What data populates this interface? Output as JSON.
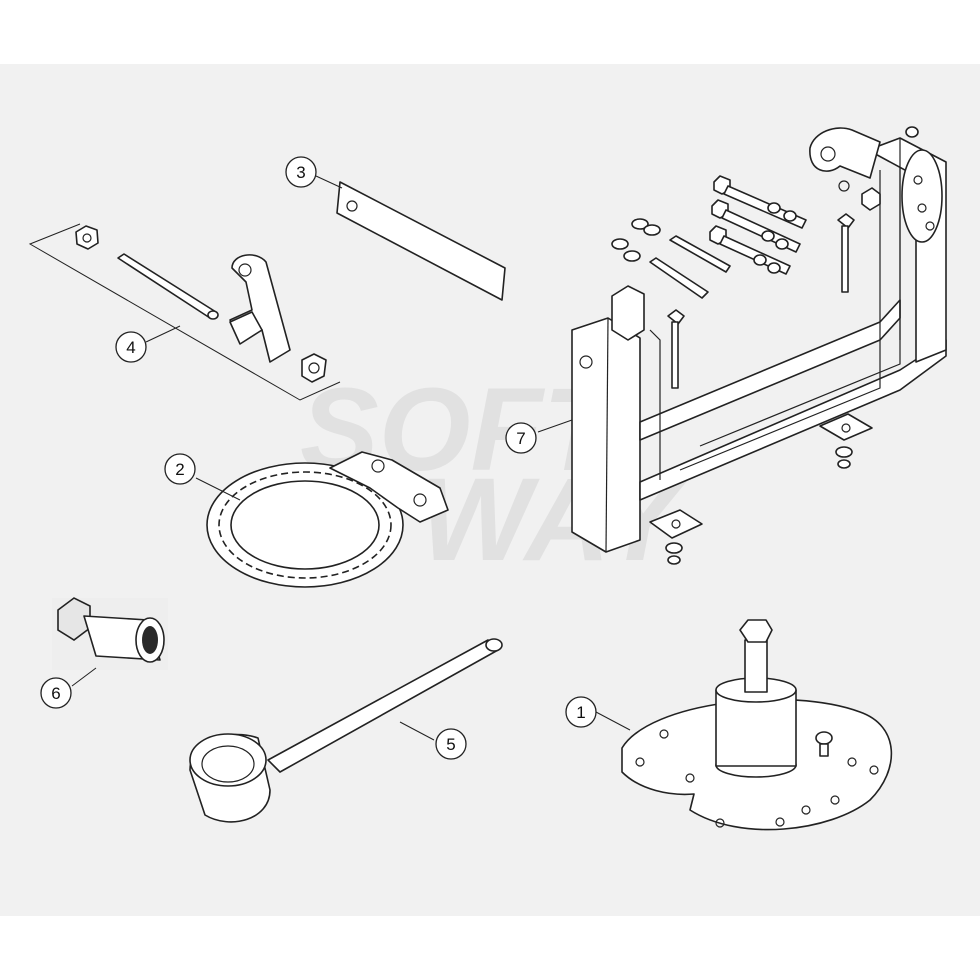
{
  "diagram": {
    "background": "#f1f1f1",
    "line_color": "#222222",
    "watermark": {
      "line1": "SOFT",
      "line2": "WAY"
    },
    "callouts": [
      {
        "id": "1",
        "label": "1"
      },
      {
        "id": "2",
        "label": "2"
      },
      {
        "id": "3",
        "label": "3"
      },
      {
        "id": "4",
        "label": "4"
      },
      {
        "id": "5",
        "label": "5"
      },
      {
        "id": "6",
        "label": "6"
      },
      {
        "id": "7",
        "label": "7"
      }
    ],
    "parts": [
      {
        "callout": "1",
        "icon": "puller-plate-icon"
      },
      {
        "callout": "2",
        "icon": "toothed-ring-holder-icon"
      },
      {
        "callout": "3",
        "icon": "feeler-strip-icon"
      },
      {
        "callout": "4",
        "icon": "bracket-rod-nut-icon"
      },
      {
        "callout": "5",
        "icon": "ring-spanner-icon"
      },
      {
        "callout": "6",
        "icon": "socket-adapter-icon"
      },
      {
        "callout": "7",
        "icon": "support-frame-icon"
      }
    ]
  }
}
